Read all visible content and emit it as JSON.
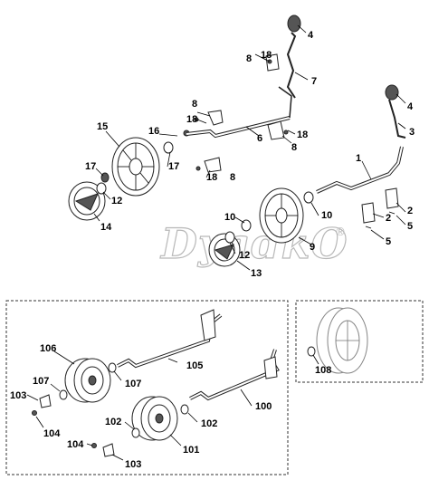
{
  "watermark": {
    "text": "DyadkO",
    "mark": "®"
  },
  "callouts": {
    "c1": "1",
    "c2a": "2",
    "c2b": "2",
    "c3": "3",
    "c4a": "4",
    "c4b": "4",
    "c5a": "5",
    "c5b": "5",
    "c6": "6",
    "c7": "7",
    "c8a": "8",
    "c8b": "8",
    "c8c": "8",
    "c8d": "8",
    "c9": "9",
    "c10a": "10",
    "c10b": "10",
    "c12a": "12",
    "c12b": "12",
    "c13": "13",
    "c14": "14",
    "c15": "15",
    "c16": "16",
    "c17a": "17",
    "c17b": "17",
    "c18a": "18",
    "c18b": "18",
    "c18c": "18",
    "c18d": "18",
    "c100": "100",
    "c101": "101",
    "c102a": "102",
    "c102b": "102",
    "c103a": "103",
    "c103b": "103",
    "c104a": "104",
    "c104b": "104",
    "c105": "105",
    "c106": "106",
    "c107a": "107",
    "c107b": "107",
    "c108": "108"
  }
}
